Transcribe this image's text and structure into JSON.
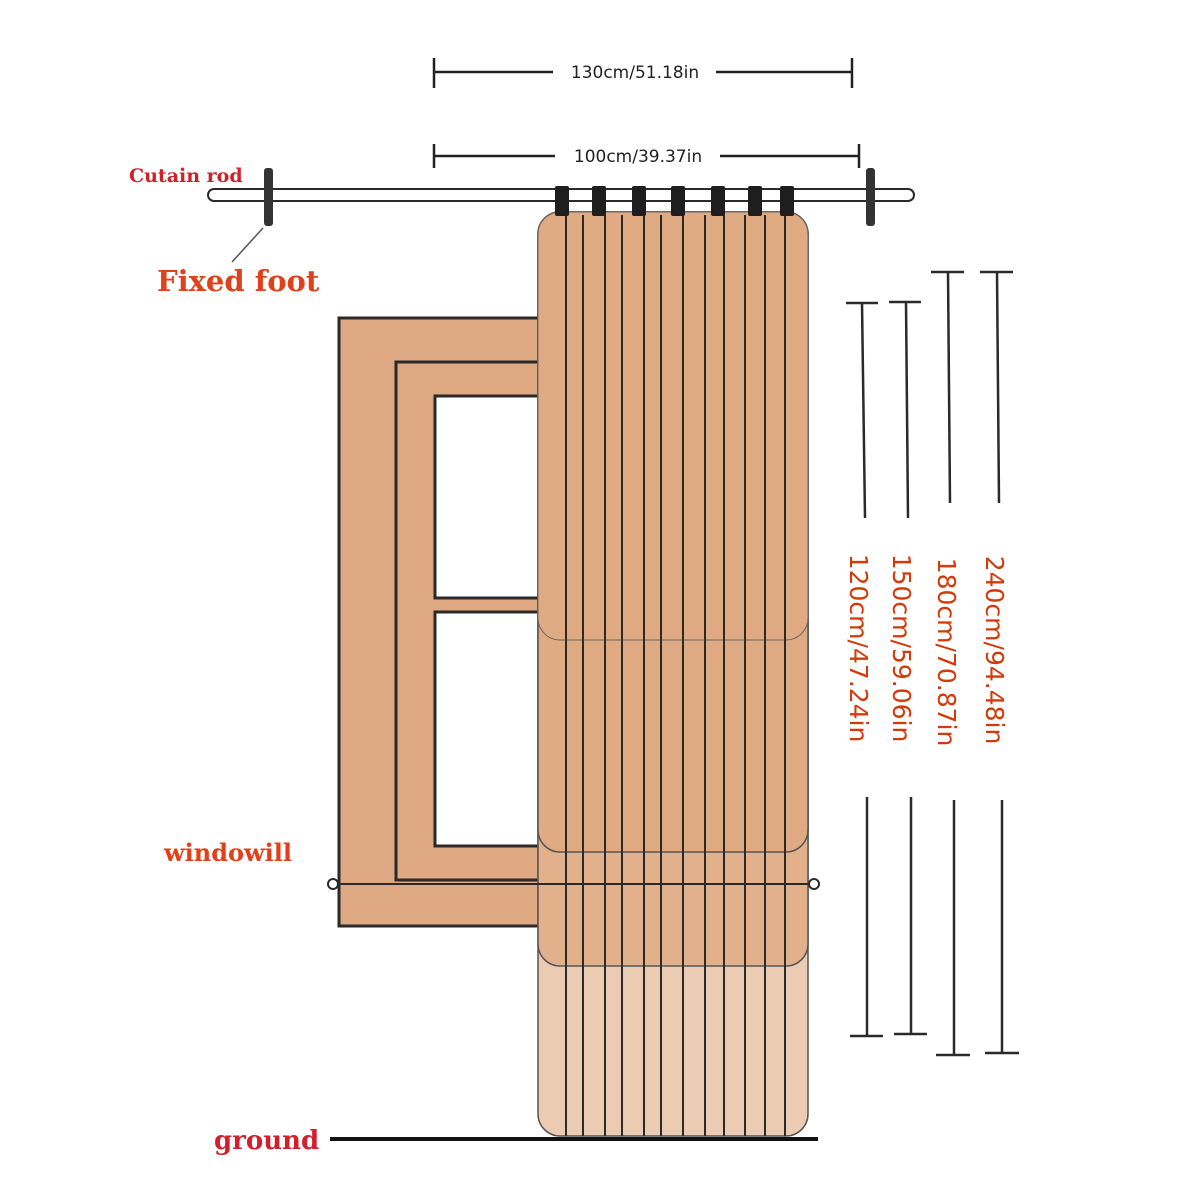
{
  "labels": {
    "width_outer": "130cm/51.18in",
    "width_inner": "100cm/39.37in",
    "curtain_rod": "Cutain rod",
    "fixed_foot": "Fixed foot",
    "windowsill": "windowill",
    "ground": "ground"
  },
  "lengths": [
    {
      "label": "120cm/47.24in"
    },
    {
      "label": "150cm/59.06in"
    },
    {
      "label": "180cm/70.87in"
    },
    {
      "label": "240cm/94.48in"
    }
  ],
  "colors": {
    "curtain": "#e0aa83",
    "curtain_light": "#eccbb3",
    "frame": "#dea882",
    "outline": "#2a2a2a",
    "label_red": "#e0411a",
    "label_crimson": "#d21f2c",
    "length_text": "#d23a0a"
  }
}
